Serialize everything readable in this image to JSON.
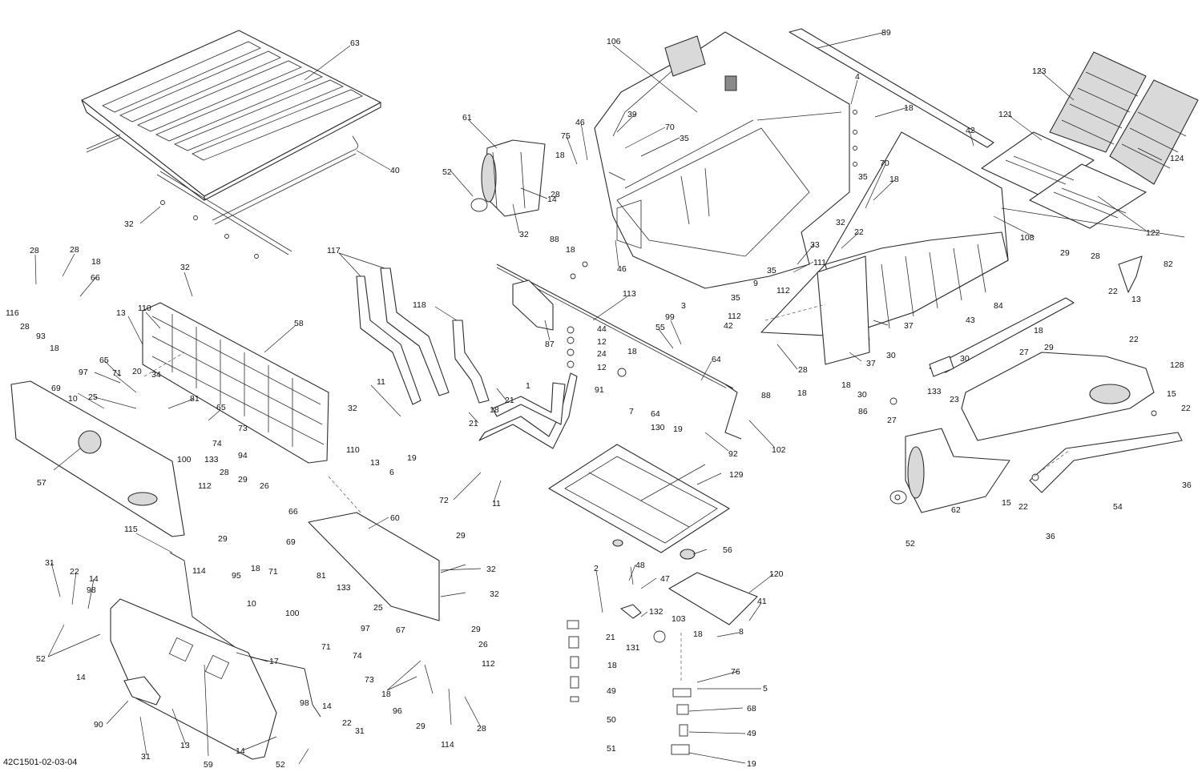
{
  "document": {
    "code": "42C1501-02-03-04"
  },
  "callouts": [
    {
      "id": "63",
      "label": "63"
    },
    {
      "id": "40",
      "label": "40"
    },
    {
      "id": "32a",
      "label": "32"
    },
    {
      "id": "106",
      "label": "106"
    },
    {
      "id": "89",
      "label": "89"
    },
    {
      "id": "4",
      "label": "4"
    },
    {
      "id": "18a",
      "label": "18"
    },
    {
      "id": "123",
      "label": "123"
    },
    {
      "id": "121",
      "label": "121"
    },
    {
      "id": "124",
      "label": "124"
    },
    {
      "id": "122",
      "label": "122"
    },
    {
      "id": "42a",
      "label": "42"
    },
    {
      "id": "61",
      "label": "61"
    },
    {
      "id": "52a",
      "label": "52"
    },
    {
      "id": "14a",
      "label": "14"
    },
    {
      "id": "32b",
      "label": "32"
    },
    {
      "id": "46a",
      "label": "46"
    },
    {
      "id": "75",
      "label": "75"
    },
    {
      "id": "18b",
      "label": "18"
    },
    {
      "id": "39",
      "label": "39"
    },
    {
      "id": "70a",
      "label": "70"
    },
    {
      "id": "35a",
      "label": "35"
    },
    {
      "id": "28a",
      "label": "28"
    },
    {
      "id": "88a",
      "label": "88"
    },
    {
      "id": "18c",
      "label": "18"
    },
    {
      "id": "46b",
      "label": "46"
    },
    {
      "id": "35b",
      "label": "35"
    },
    {
      "id": "70b",
      "label": "70"
    },
    {
      "id": "18d",
      "label": "18"
    },
    {
      "id": "32c",
      "label": "32"
    },
    {
      "id": "22a",
      "label": "22"
    },
    {
      "id": "108",
      "label": "108"
    },
    {
      "id": "33",
      "label": "33"
    },
    {
      "id": "111",
      "label": "111"
    },
    {
      "id": "35c",
      "label": "35"
    },
    {
      "id": "9",
      "label": "9"
    },
    {
      "id": "112a",
      "label": "112"
    },
    {
      "id": "35d",
      "label": "35"
    },
    {
      "id": "112b",
      "label": "112"
    },
    {
      "id": "42b",
      "label": "42"
    },
    {
      "id": "37a",
      "label": "37"
    },
    {
      "id": "37b",
      "label": "37"
    },
    {
      "id": "28b",
      "label": "28"
    },
    {
      "id": "28c",
      "label": "28"
    },
    {
      "id": "18e",
      "label": "18"
    },
    {
      "id": "66a",
      "label": "66"
    },
    {
      "id": "116",
      "label": "116"
    },
    {
      "id": "28d",
      "label": "28"
    },
    {
      "id": "93",
      "label": "93"
    },
    {
      "id": "18f",
      "label": "18"
    },
    {
      "id": "32d",
      "label": "32"
    },
    {
      "id": "13a",
      "label": "13"
    },
    {
      "id": "110a",
      "label": "110"
    },
    {
      "id": "58",
      "label": "58"
    },
    {
      "id": "117",
      "label": "117"
    },
    {
      "id": "118",
      "label": "118"
    },
    {
      "id": "113",
      "label": "113"
    },
    {
      "id": "87",
      "label": "87"
    },
    {
      "id": "3",
      "label": "3"
    },
    {
      "id": "99",
      "label": "99"
    },
    {
      "id": "55",
      "label": "55"
    },
    {
      "id": "44",
      "label": "44"
    },
    {
      "id": "12a",
      "label": "12"
    },
    {
      "id": "24",
      "label": "24"
    },
    {
      "id": "12b",
      "label": "12"
    },
    {
      "id": "18g",
      "label": "18"
    },
    {
      "id": "64a",
      "label": "64"
    },
    {
      "id": "91",
      "label": "91"
    },
    {
      "id": "7",
      "label": "7"
    },
    {
      "id": "64b",
      "label": "64"
    },
    {
      "id": "130",
      "label": "130"
    },
    {
      "id": "19a",
      "label": "19"
    },
    {
      "id": "102",
      "label": "102"
    },
    {
      "id": "92",
      "label": "92"
    },
    {
      "id": "88b",
      "label": "88"
    },
    {
      "id": "18h",
      "label": "18"
    },
    {
      "id": "28e",
      "label": "28"
    },
    {
      "id": "18i",
      "label": "18"
    },
    {
      "id": "30a",
      "label": "30"
    },
    {
      "id": "30b",
      "label": "30"
    },
    {
      "id": "86",
      "label": "86"
    },
    {
      "id": "27a",
      "label": "27"
    },
    {
      "id": "29a",
      "label": "29"
    },
    {
      "id": "28f",
      "label": "28"
    },
    {
      "id": "82",
      "label": "82"
    },
    {
      "id": "22b",
      "label": "22"
    },
    {
      "id": "13b",
      "label": "13"
    },
    {
      "id": "84",
      "label": "84"
    },
    {
      "id": "43",
      "label": "43"
    },
    {
      "id": "18j",
      "label": "18"
    },
    {
      "id": "29b",
      "label": "29"
    },
    {
      "id": "22c",
      "label": "22"
    },
    {
      "id": "30c",
      "label": "30"
    },
    {
      "id": "27b",
      "label": "27"
    },
    {
      "id": "128",
      "label": "128"
    },
    {
      "id": "133a",
      "label": "133"
    },
    {
      "id": "23",
      "label": "23"
    },
    {
      "id": "15a",
      "label": "15"
    },
    {
      "id": "22d",
      "label": "22"
    },
    {
      "id": "36a",
      "label": "36"
    },
    {
      "id": "54",
      "label": "54"
    },
    {
      "id": "15b",
      "label": "15"
    },
    {
      "id": "22e",
      "label": "22"
    },
    {
      "id": "36b",
      "label": "36"
    },
    {
      "id": "62",
      "label": "62"
    },
    {
      "id": "52b",
      "label": "52"
    },
    {
      "id": "65a",
      "label": "65"
    },
    {
      "id": "69a",
      "label": "69"
    },
    {
      "id": "97a",
      "label": "97"
    },
    {
      "id": "71a",
      "label": "71"
    },
    {
      "id": "20",
      "label": "20"
    },
    {
      "id": "34",
      "label": "34"
    },
    {
      "id": "10a",
      "label": "10"
    },
    {
      "id": "25a",
      "label": "25"
    },
    {
      "id": "81a",
      "label": "81"
    },
    {
      "id": "65b",
      "label": "65"
    },
    {
      "id": "74a",
      "label": "74"
    },
    {
      "id": "100a",
      "label": "100"
    },
    {
      "id": "133b",
      "label": "133"
    },
    {
      "id": "73a",
      "label": "73"
    },
    {
      "id": "94",
      "label": "94"
    },
    {
      "id": "32e",
      "label": "32"
    },
    {
      "id": "110b",
      "label": "110"
    },
    {
      "id": "13c",
      "label": "13"
    },
    {
      "id": "11a",
      "label": "11"
    },
    {
      "id": "6",
      "label": "6"
    },
    {
      "id": "19b",
      "label": "19"
    },
    {
      "id": "72",
      "label": "72"
    },
    {
      "id": "11b",
      "label": "11"
    },
    {
      "id": "21a",
      "label": "21"
    },
    {
      "id": "18k",
      "label": "18"
    },
    {
      "id": "21b",
      "label": "21"
    },
    {
      "id": "1",
      "label": "1"
    },
    {
      "id": "57",
      "label": "57"
    },
    {
      "id": "28g",
      "label": "28"
    },
    {
      "id": "112c",
      "label": "112"
    },
    {
      "id": "29c",
      "label": "29"
    },
    {
      "id": "26a",
      "label": "26"
    },
    {
      "id": "66b",
      "label": "66"
    },
    {
      "id": "29d",
      "label": "29"
    },
    {
      "id": "114a",
      "label": "114"
    },
    {
      "id": "95",
      "label": "95"
    },
    {
      "id": "18l",
      "label": "18"
    },
    {
      "id": "69b",
      "label": "69"
    },
    {
      "id": "71b",
      "label": "71"
    },
    {
      "id": "81b",
      "label": "81"
    },
    {
      "id": "60",
      "label": "60"
    },
    {
      "id": "29e",
      "label": "29"
    },
    {
      "id": "32f",
      "label": "32"
    },
    {
      "id": "32g",
      "label": "32"
    },
    {
      "id": "115",
      "label": "115"
    },
    {
      "id": "10b",
      "label": "10"
    },
    {
      "id": "133c",
      "label": "133"
    },
    {
      "id": "100b",
      "label": "100"
    },
    {
      "id": "25b",
      "label": "25"
    },
    {
      "id": "97b",
      "label": "97"
    },
    {
      "id": "67",
      "label": "67"
    },
    {
      "id": "71c",
      "label": "71"
    },
    {
      "id": "74b",
      "label": "74"
    },
    {
      "id": "129",
      "label": "129"
    },
    {
      "id": "56",
      "label": "56"
    },
    {
      "id": "2",
      "label": "2"
    },
    {
      "id": "48",
      "label": "48"
    },
    {
      "id": "47",
      "label": "47"
    },
    {
      "id": "132",
      "label": "132"
    },
    {
      "id": "103",
      "label": "103"
    },
    {
      "id": "21c",
      "label": "21"
    },
    {
      "id": "131",
      "label": "131"
    },
    {
      "id": "18m",
      "label": "18"
    },
    {
      "id": "120",
      "label": "120"
    },
    {
      "id": "41",
      "label": "41"
    },
    {
      "id": "8",
      "label": "8"
    },
    {
      "id": "76",
      "label": "76"
    },
    {
      "id": "18n",
      "label": "18"
    },
    {
      "id": "5",
      "label": "5"
    },
    {
      "id": "49a",
      "label": "49"
    },
    {
      "id": "68",
      "label": "68"
    },
    {
      "id": "50",
      "label": "50"
    },
    {
      "id": "49b",
      "label": "49"
    },
    {
      "id": "51",
      "label": "51"
    },
    {
      "id": "19c",
      "label": "19"
    },
    {
      "id": "31a",
      "label": "31"
    },
    {
      "id": "22f",
      "label": "22"
    },
    {
      "id": "14b",
      "label": "14"
    },
    {
      "id": "98a",
      "label": "98"
    },
    {
      "id": "52c",
      "label": "52"
    },
    {
      "id": "14c",
      "label": "14"
    },
    {
      "id": "17",
      "label": "17"
    },
    {
      "id": "90",
      "label": "90"
    },
    {
      "id": "31b",
      "label": "31"
    },
    {
      "id": "13d",
      "label": "13"
    },
    {
      "id": "59",
      "label": "59"
    },
    {
      "id": "29f",
      "label": "29"
    },
    {
      "id": "26b",
      "label": "26"
    },
    {
      "id": "112d",
      "label": "112"
    },
    {
      "id": "73b",
      "label": "73"
    },
    {
      "id": "18o",
      "label": "18"
    },
    {
      "id": "96",
      "label": "96"
    },
    {
      "id": "29g",
      "label": "29"
    },
    {
      "id": "114b",
      "label": "114"
    },
    {
      "id": "28h",
      "label": "28"
    },
    {
      "id": "14d",
      "label": "14"
    },
    {
      "id": "98b",
      "label": "98"
    },
    {
      "id": "14e",
      "label": "14"
    },
    {
      "id": "22g",
      "label": "22"
    },
    {
      "id": "31c",
      "label": "31"
    },
    {
      "id": "52d",
      "label": "52"
    }
  ]
}
